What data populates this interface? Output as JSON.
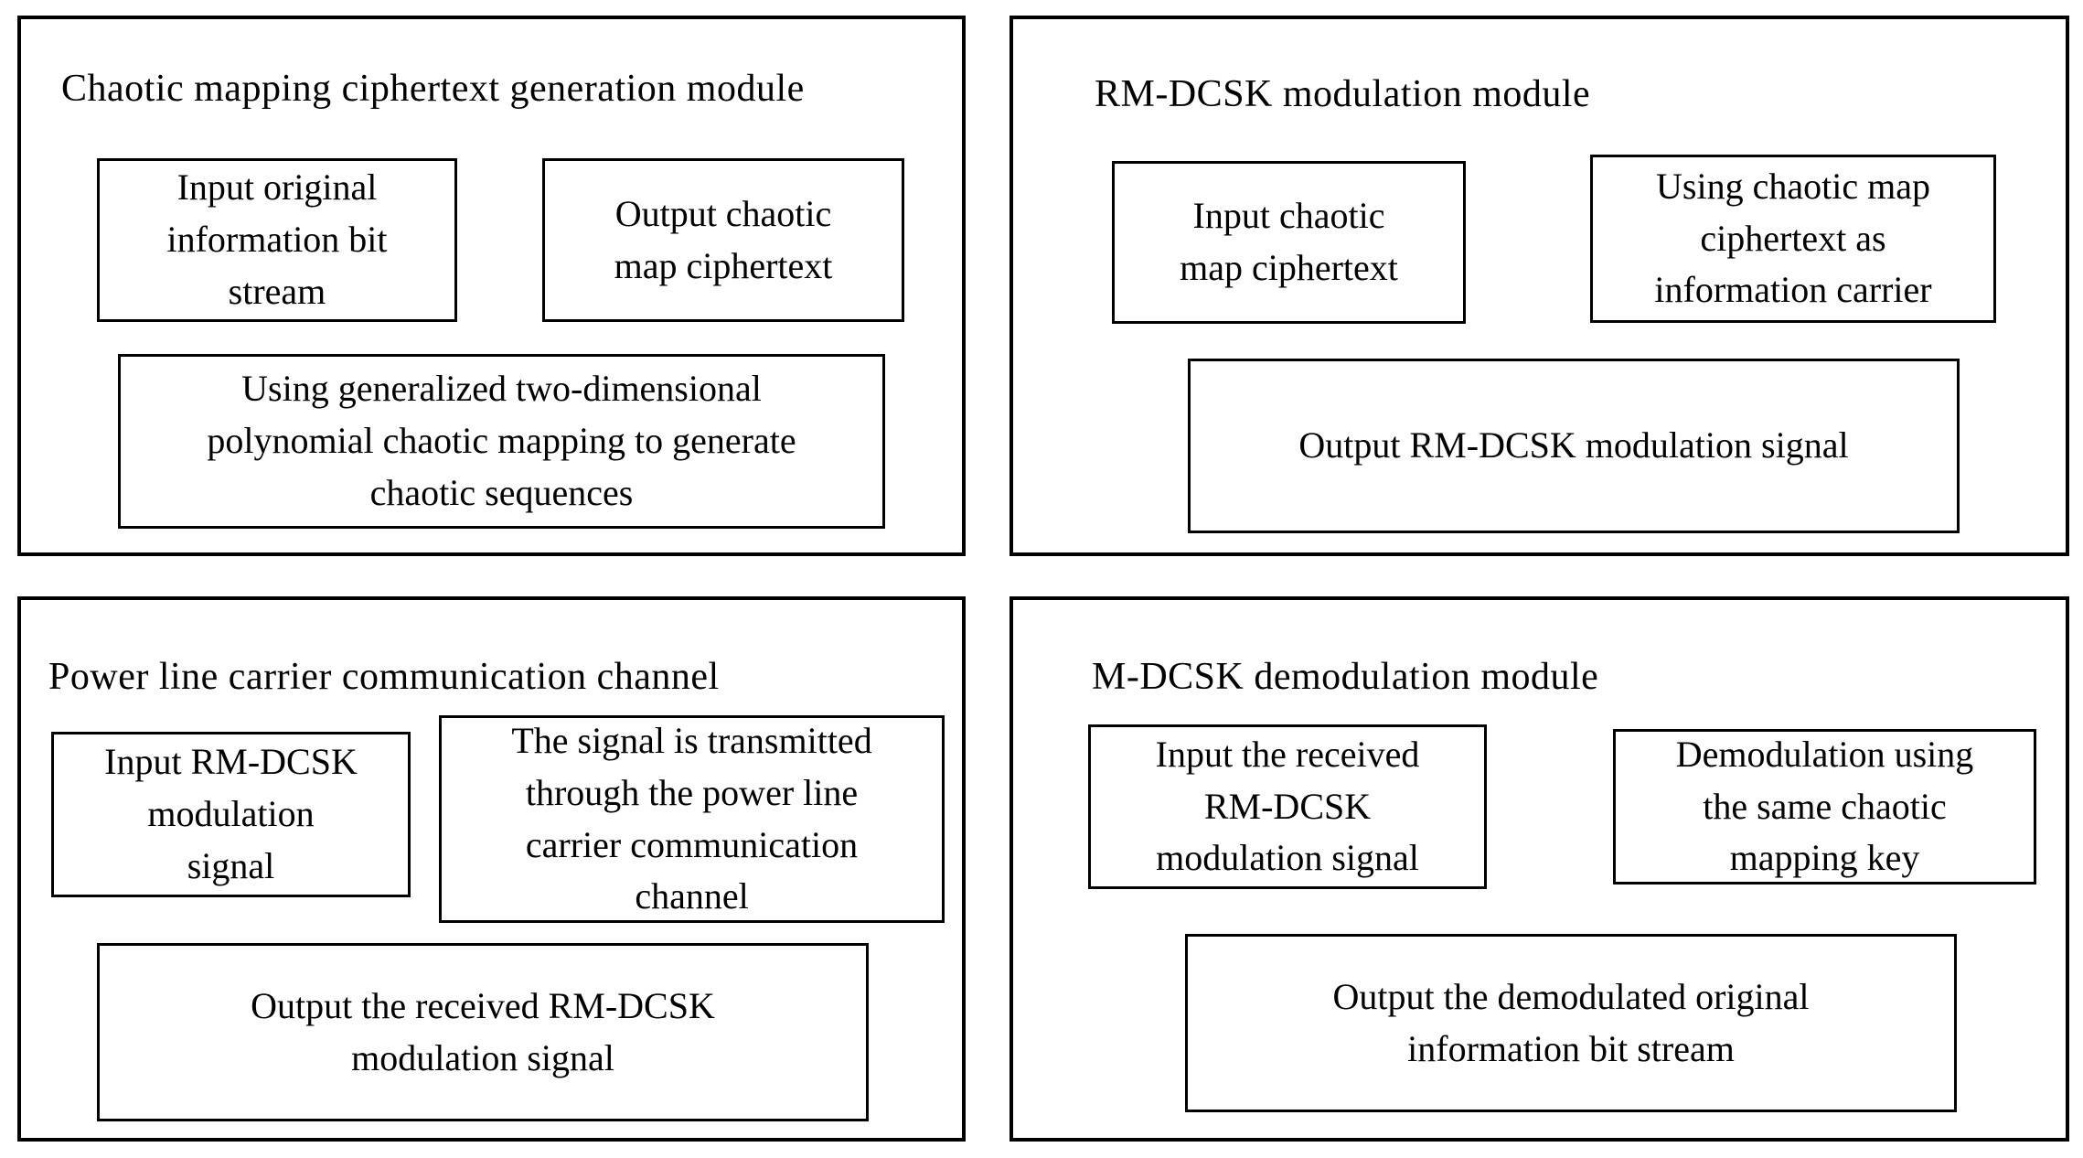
{
  "diagram": {
    "modules": [
      {
        "title": "Chaotic mapping ciphertext generation module",
        "boxes": [
          "Input original\ninformation bit\nstream",
          "Output chaotic\nmap ciphertext",
          "Using generalized two-dimensional\npolynomial chaotic mapping to generate\nchaotic sequences"
        ]
      },
      {
        "title": "RM-DCSK modulation module",
        "boxes": [
          "Input chaotic\nmap ciphertext",
          "Using chaotic map\nciphertext as\ninformation carrier",
          "Output RM-DCSK modulation signal"
        ]
      },
      {
        "title": "Power line carrier communication channel",
        "boxes": [
          "Input RM-DCSK\nmodulation\nsignal",
          "The signal is transmitted\nthrough the power line\ncarrier communication\nchannel",
          "Output the received RM-DCSK\nmodulation signal"
        ]
      },
      {
        "title": "M-DCSK demodulation module",
        "boxes": [
          "Input the received\nRM-DCSK\nmodulation signal",
          "Demodulation using\nthe same chaotic\nmapping key",
          "Output the demodulated original\ninformation bit stream"
        ]
      }
    ]
  }
}
